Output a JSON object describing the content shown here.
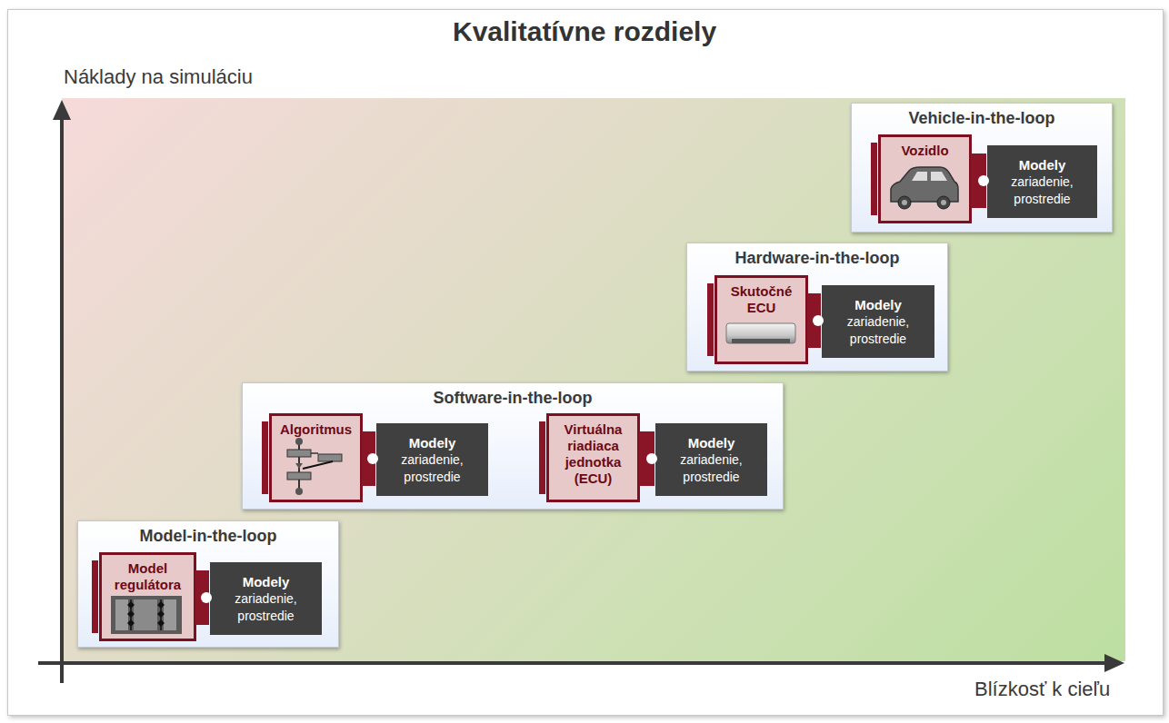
{
  "diagram": {
    "title": "Kvalitatívne rozdiely",
    "nodes": [
      {
        "text": [
          "Model-in-the-loop"
        ]
      },
      {
        "text": [
          "Model regulátora"
        ],
        "in": 0
      },
      {
        "text": [
          "Modely",
          "zariadenie, prostredie"
        ],
        "in": 0
      },
      {
        "text": [
          "Software-in-the-loop"
        ]
      },
      {
        "text": [
          "Algoritmus"
        ],
        "in": 3
      },
      {
        "text": [
          "Modely",
          "zariadenie, prostredie"
        ],
        "in": 3
      },
      {
        "text": [
          "Virtuálna riadiaca jednotka (ECU)"
        ],
        "in": 3
      },
      {
        "text": [
          "Modely",
          "zariadenie, prostredie"
        ],
        "in": 3
      },
      {
        "text": [
          "Hardware-in-the-loop"
        ]
      },
      {
        "text": [
          "Skutočné ECU"
        ],
        "in": 8
      },
      {
        "text": [
          "Modely",
          "zariadenie, prostredie"
        ],
        "in": 8
      },
      {
        "text": [
          "Vehicle-in-the-loop"
        ]
      },
      {
        "text": [
          "Vozidlo"
        ],
        "in": 11
      },
      {
        "text": [
          "Modely",
          "zariadenie, prostredie"
        ],
        "in": 11
      }
    ],
    "labels": [
      "Náklady na simuláciu",
      "Blízkosť k cieľu"
    ]
  }
}
